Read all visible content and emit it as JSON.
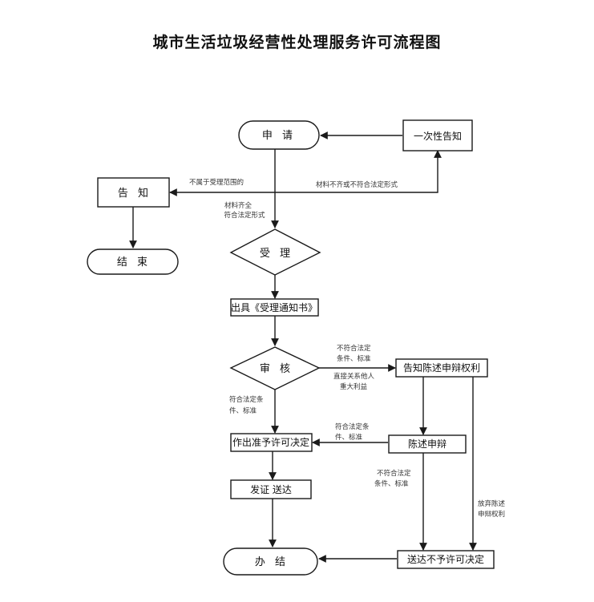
{
  "title": "城市生活垃圾经营性处理服务许可流程图",
  "nodes": {
    "apply": "申 请",
    "notice_once": "一次性告知",
    "inform": "告 知",
    "end_left": "结 束",
    "accept": "受 理",
    "issue_notice": "出具《受理通知书》",
    "review": "审 核",
    "notify_defense": "告知陈述申辩权利",
    "approve_decision": "作出准予许可决定",
    "defense": "陈述申辩",
    "issue_deliver": "发证 送达",
    "finish": "办 结",
    "deliver_deny": "送达不予许可决定"
  },
  "edge_labels": {
    "not_in_scope": "不属于受理范围的",
    "incomplete": "材料不齐或不符合法定形式",
    "complete_1": "材料齐全",
    "complete_2": "符合法定形式",
    "fail_1": "不符合法定",
    "fail_2": "条件、标准",
    "fail_3": "直接关系他人",
    "fail_4": "重大利益",
    "meet_1": "符合法定条",
    "meet_2": "件、标准",
    "meet_after_defense_1": "符合法定条",
    "meet_after_defense_2": "件、标准",
    "fail_after_defense_1": "不符合法定",
    "fail_after_defense_2": "条件、标准",
    "waive_1": "放弃陈述",
    "waive_2": "申辩权利"
  },
  "colors": {
    "line": "#1a1a1a",
    "background": "#ffffff"
  }
}
